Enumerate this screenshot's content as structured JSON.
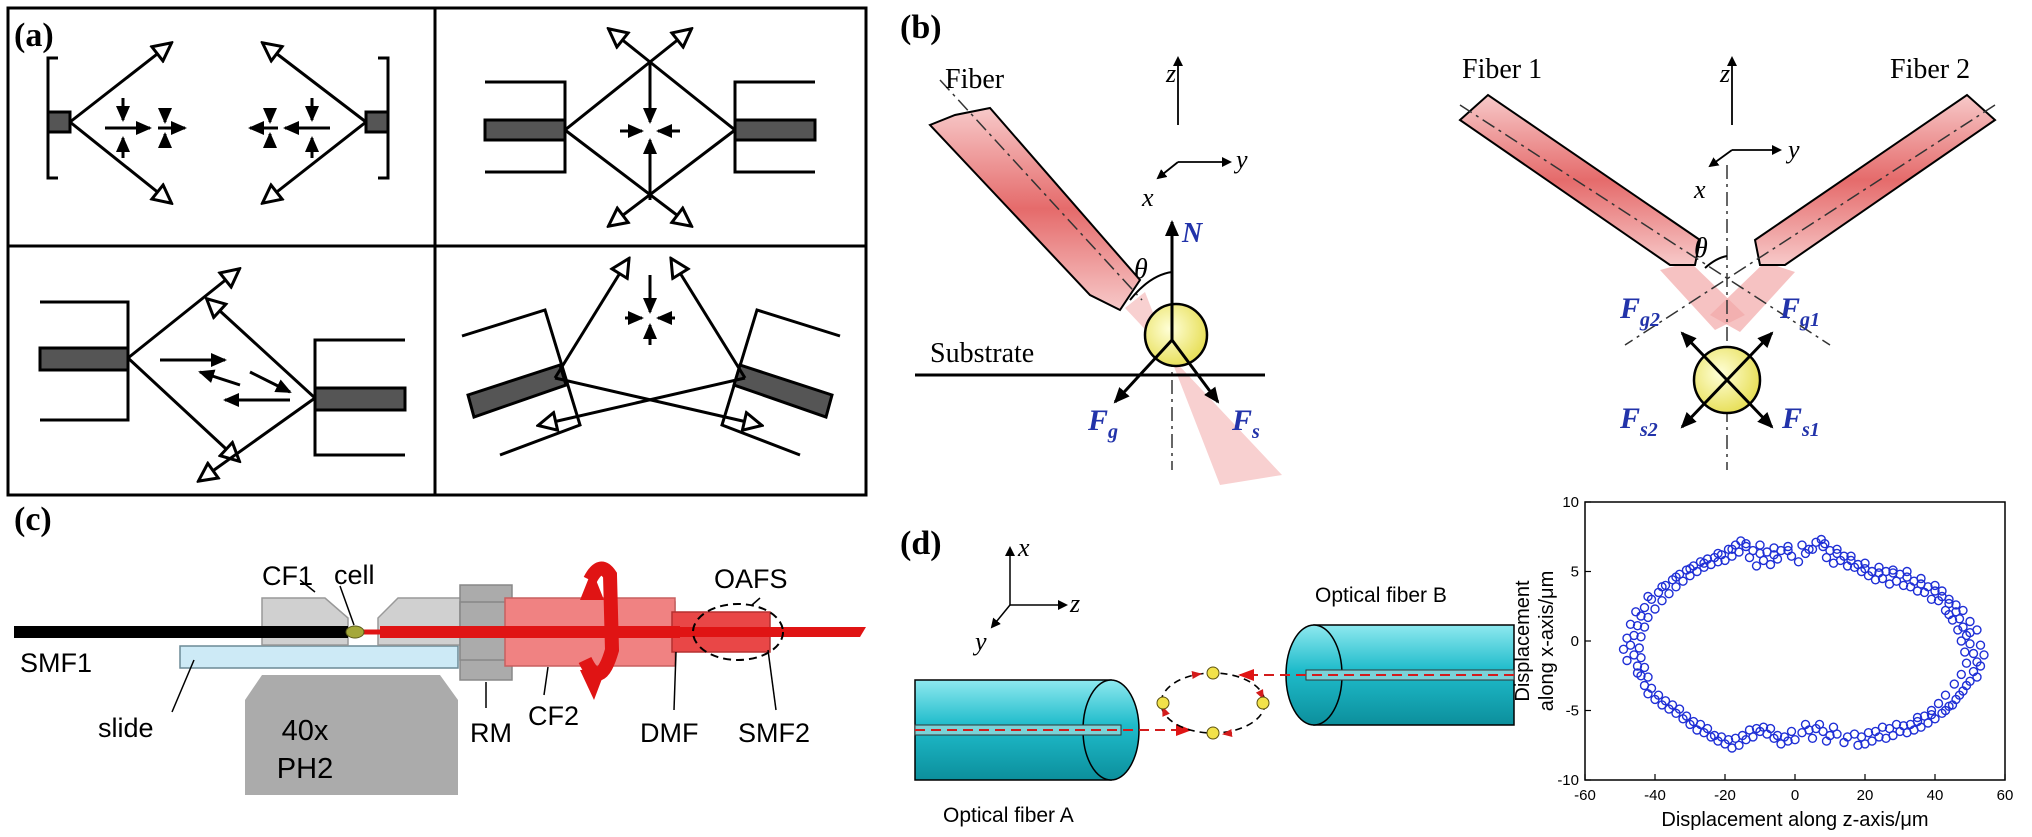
{
  "panel_labels": {
    "a": "(a)",
    "b": "(b)",
    "c": "(c)",
    "d": "(d)"
  },
  "panel_b": {
    "left": {
      "fiber_label": "Fiber",
      "axis_z": "z",
      "axis_y": "y",
      "axis_x": "x",
      "normal_label": "N",
      "theta_label": "θ",
      "substrate_label": "Substrate",
      "fg_label": "F",
      "fg_sub": "g",
      "fs_label": "F",
      "fs_sub": "s"
    },
    "right": {
      "fiber1_label": "Fiber 1",
      "fiber2_label": "Fiber 2",
      "axis_z": "z",
      "axis_y": "y",
      "axis_x": "x",
      "theta_label": "θ",
      "fg2_label": "F",
      "fg2_sub": "g2",
      "fg1_label": "F",
      "fg1_sub": "g1",
      "fs2_label": "F",
      "fs2_sub": "s2",
      "fs1_label": "F",
      "fs1_sub": "s1"
    }
  },
  "panel_c": {
    "labels": {
      "cf1": "CF1",
      "cell": "cell",
      "oafs": "OAFS",
      "smf1": "SMF1",
      "slide": "slide",
      "objective_mag": "40x",
      "objective_type": "PH2",
      "rm": "RM",
      "cf2": "CF2",
      "dmf": "DMF",
      "smf2": "SMF2"
    }
  },
  "panel_d": {
    "axis_x": "x",
    "axis_z": "z",
    "axis_y": "y",
    "fiber_a_label": "Optical fiber A",
    "fiber_b_label": "Optical fiber B"
  },
  "chart_data": {
    "type": "scatter",
    "xlabel": "Displacement along z-axis/μm",
    "ylabel_line1": "Displacement",
    "ylabel_line2": "along x-axis/μm",
    "xlim": [
      -60,
      60
    ],
    "ylim": [
      -10,
      10
    ],
    "xticks": [
      -60,
      -40,
      -20,
      0,
      20,
      40,
      60
    ],
    "yticks": [
      10,
      5,
      0,
      -5,
      -10
    ],
    "marker_color": "#1f2fd6",
    "points": [
      [
        -15.5,
        7.2
      ],
      [
        -14,
        6.8
      ],
      [
        -12,
        6.5
      ],
      [
        -10,
        6.3
      ],
      [
        -8,
        6.4
      ],
      [
        -6,
        6.2
      ],
      [
        -4,
        6.5
      ],
      [
        -2,
        6.8
      ],
      [
        2,
        6.9
      ],
      [
        6,
        7.1
      ],
      [
        7.5,
        7.3
      ],
      [
        8.5,
        7.0
      ],
      [
        10,
        6.5
      ],
      [
        12,
        6.3
      ],
      [
        14,
        6.1
      ],
      [
        16,
        5.8
      ],
      [
        18,
        5.5
      ],
      [
        20,
        5.2
      ],
      [
        22,
        5.0
      ],
      [
        24,
        4.9
      ],
      [
        26,
        5.0
      ],
      [
        28,
        4.9
      ],
      [
        30,
        4.8
      ],
      [
        32,
        4.6
      ],
      [
        34,
        4.3
      ],
      [
        36,
        4.1
      ],
      [
        38,
        3.9
      ],
      [
        40,
        3.6
      ],
      [
        42,
        3.2
      ],
      [
        44,
        2.7
      ],
      [
        46,
        2.1
      ],
      [
        47,
        1.6
      ],
      [
        48,
        1.0
      ],
      [
        49,
        0.4
      ],
      [
        50,
        -0.2
      ],
      [
        51,
        -0.9
      ],
      [
        52,
        -1.5
      ],
      [
        51,
        -2.2
      ],
      [
        50,
        -2.9
      ],
      [
        48,
        -3.6
      ],
      [
        46,
        -4.2
      ],
      [
        44,
        -4.7
      ],
      [
        42,
        -5.2
      ],
      [
        40,
        -5.6
      ],
      [
        38,
        -5.9
      ],
      [
        36,
        -6.2
      ],
      [
        34,
        -6.4
      ],
      [
        32,
        -6.6
      ],
      [
        30,
        -6.5
      ],
      [
        28,
        -6.8
      ],
      [
        26,
        -7.0
      ],
      [
        24,
        -6.9
      ],
      [
        22,
        -7.2
      ],
      [
        20,
        -7.4
      ],
      [
        18,
        -7.5
      ],
      [
        14,
        -7.3
      ],
      [
        10,
        -6.8
      ],
      [
        8,
        -6.5
      ],
      [
        6,
        -6.3
      ],
      [
        4,
        -6.4
      ],
      [
        2,
        -6.6
      ],
      [
        0,
        -7.1
      ],
      [
        -2,
        -7.2
      ],
      [
        -4,
        -7.4
      ],
      [
        -6,
        -7.0
      ],
      [
        -8,
        -6.7
      ],
      [
        -10,
        -6.5
      ],
      [
        -12,
        -6.9
      ],
      [
        -14,
        -7.1
      ],
      [
        -16,
        -7.5
      ],
      [
        -18,
        -7.7
      ],
      [
        -20,
        -7.4
      ],
      [
        -22,
        -7.2
      ],
      [
        -24,
        -6.9
      ],
      [
        -26,
        -6.6
      ],
      [
        -28,
        -6.4
      ],
      [
        -30,
        -6.0
      ],
      [
        -32,
        -5.6
      ],
      [
        -34,
        -5.2
      ],
      [
        -36,
        -4.9
      ],
      [
        -38,
        -4.6
      ],
      [
        -40,
        -4.2
      ],
      [
        -42,
        -3.8
      ],
      [
        -43,
        -3.2
      ],
      [
        -44,
        -2.5
      ],
      [
        -45,
        -1.8
      ],
      [
        -46,
        -1.0
      ],
      [
        -47,
        -0.3
      ],
      [
        -46,
        0.4
      ],
      [
        -45,
        1.1
      ],
      [
        -44,
        1.8
      ],
      [
        -43,
        2.4
      ],
      [
        -41,
        3.0
      ],
      [
        -39,
        3.5
      ],
      [
        -37,
        4.0
      ],
      [
        -35,
        4.4
      ],
      [
        -33,
        4.8
      ],
      [
        -31,
        5.1
      ],
      [
        -29,
        5.4
      ],
      [
        -27,
        5.7
      ],
      [
        -25,
        5.9
      ],
      [
        -23,
        6.0
      ],
      [
        -21,
        6.2
      ],
      [
        -19,
        6.6
      ],
      [
        -17,
        6.9
      ],
      [
        -13,
        6.0
      ],
      [
        -9,
        5.8
      ],
      [
        -5,
        5.9
      ],
      [
        -1,
        6.1
      ],
      [
        3,
        6.3
      ],
      [
        5,
        6.6
      ],
      [
        9,
        6.0
      ],
      [
        13,
        5.8
      ],
      [
        17,
        5.3
      ],
      [
        21,
        4.7
      ],
      [
        25,
        4.5
      ],
      [
        29,
        4.3
      ],
      [
        33,
        3.9
      ],
      [
        37,
        3.5
      ],
      [
        41,
        2.9
      ],
      [
        43,
        2.2
      ],
      [
        45,
        1.5
      ],
      [
        46.5,
        0.8
      ],
      [
        47.5,
        0.0
      ],
      [
        48.5,
        -0.8
      ],
      [
        49,
        -1.6
      ],
      [
        47.5,
        -2.4
      ],
      [
        45.5,
        -3.1
      ],
      [
        43,
        -3.9
      ],
      [
        41,
        -4.5
      ],
      [
        39,
        -5.0
      ],
      [
        37,
        -5.4
      ],
      [
        35,
        -5.8
      ],
      [
        33,
        -6.0
      ],
      [
        31,
        -6.1
      ],
      [
        27,
        -6.3
      ],
      [
        23,
        -6.5
      ],
      [
        19,
        -6.9
      ],
      [
        15,
        -6.9
      ],
      [
        11,
        -6.2
      ],
      [
        7,
        -6.0
      ],
      [
        3,
        -6.0
      ],
      [
        -1,
        -6.5
      ],
      [
        -5,
        -6.8
      ],
      [
        -9,
        -6.2
      ],
      [
        -13,
        -6.4
      ],
      [
        -17,
        -7.0
      ],
      [
        -21,
        -6.9
      ],
      [
        -25,
        -6.3
      ],
      [
        -29,
        -5.8
      ],
      [
        -33,
        -4.9
      ],
      [
        -37,
        -4.3
      ],
      [
        -41,
        -3.4
      ],
      [
        -42,
        -2.6
      ],
      [
        -43,
        -1.9
      ],
      [
        -44,
        -1.2
      ],
      [
        -44.5,
        -0.5
      ],
      [
        -44,
        0.3
      ],
      [
        -43,
        1.0
      ],
      [
        -42,
        1.7
      ],
      [
        -40,
        2.3
      ],
      [
        -38,
        2.9
      ],
      [
        -36,
        3.4
      ],
      [
        -34,
        3.9
      ],
      [
        -32,
        4.3
      ],
      [
        -30,
        4.7
      ],
      [
        -28,
        5.0
      ],
      [
        -26,
        5.3
      ],
      [
        -24,
        5.5
      ],
      [
        -22,
        5.7
      ],
      [
        -20,
        5.8
      ],
      [
        -18,
        6.1
      ],
      [
        -16,
        6.4
      ],
      [
        -11,
        5.4
      ],
      [
        -7,
        5.5
      ],
      [
        1,
        5.7
      ],
      [
        11,
        5.6
      ],
      [
        15,
        5.4
      ],
      [
        19,
        5.0
      ],
      [
        23,
        4.4
      ],
      [
        27,
        4.1
      ],
      [
        31,
        4.0
      ],
      [
        35,
        3.6
      ],
      [
        39,
        3.0
      ],
      [
        44,
        1.9
      ],
      [
        50,
        0.6
      ],
      [
        53,
        -0.3
      ],
      [
        54,
        -1.0
      ],
      [
        53,
        -1.8
      ],
      [
        52,
        -2.6
      ],
      [
        49,
        -3.2
      ],
      [
        47,
        -3.9
      ],
      [
        45,
        -4.6
      ],
      [
        43,
        -5.0
      ],
      [
        39,
        -5.3
      ],
      [
        35,
        -5.5
      ],
      [
        29,
        -6.0
      ],
      [
        25,
        -6.2
      ],
      [
        21,
        -6.6
      ],
      [
        17,
        -6.7
      ],
      [
        12,
        -6.7
      ],
      [
        9,
        -7.2
      ],
      [
        5,
        -7.0
      ],
      [
        -3,
        -6.9
      ],
      [
        -7,
        -6.3
      ],
      [
        -11,
        -6.3
      ],
      [
        -15,
        -6.8
      ],
      [
        -19,
        -7.1
      ],
      [
        -23,
        -6.8
      ],
      [
        -27,
        -6.0
      ],
      [
        -31,
        -5.4
      ],
      [
        -35,
        -4.6
      ],
      [
        -39,
        -3.9
      ],
      [
        -45,
        -2.3
      ],
      [
        -48,
        -1.4
      ],
      [
        -49,
        -0.6
      ],
      [
        -48,
        0.2
      ],
      [
        -47,
        1.2
      ],
      [
        -45.5,
        2.1
      ],
      [
        -42,
        3.2
      ],
      [
        -38,
        3.9
      ],
      [
        -34,
        4.6
      ],
      [
        -30,
        5.2
      ],
      [
        -26,
        5.6
      ],
      [
        -22,
        6.3
      ],
      [
        -18,
        6.6
      ],
      [
        -14,
        7.0
      ],
      [
        -10,
        6.9
      ],
      [
        -6,
        6.7
      ],
      [
        -2,
        6.5
      ],
      [
        4,
        6.6
      ],
      [
        8,
        6.8
      ],
      [
        12,
        6.6
      ],
      [
        16,
        6.1
      ],
      [
        20,
        5.6
      ],
      [
        24,
        5.3
      ],
      [
        28,
        5.1
      ],
      [
        32,
        5.0
      ],
      [
        36,
        4.5
      ],
      [
        40,
        4.0
      ],
      [
        42,
        3.6
      ],
      [
        44,
        3.0
      ],
      [
        46,
        2.6
      ],
      [
        48,
        2.2
      ],
      [
        50,
        1.4
      ],
      [
        52,
        0.8
      ]
    ]
  }
}
